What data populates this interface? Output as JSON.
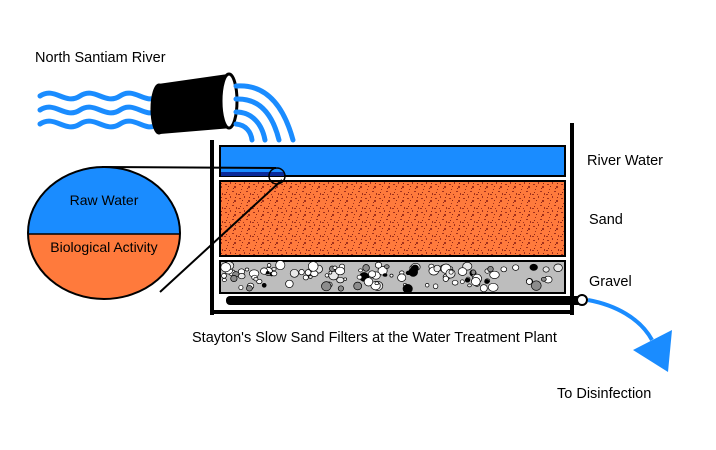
{
  "labels": {
    "source": "North Santiam River",
    "river_water": "River Water",
    "sand": "Sand",
    "gravel": "Gravel",
    "caption": "Stayton's Slow Sand Filters at the Water Treatment Plant",
    "outlet": "To Disinfection",
    "inset_top": "Raw Water",
    "inset_bottom": "Biological Activity"
  },
  "colors": {
    "water": "#1a8cff",
    "sand": "#ff7a3c",
    "sand_speckle": "#a2301c",
    "gravel": "#bdbdbd",
    "pipe": "#000000",
    "outline": "#000000"
  },
  "icons": {
    "intake_pipe": "pipe-icon",
    "inflow_waves": "wave-icon",
    "outflow_arrow": "arrow-icon"
  }
}
